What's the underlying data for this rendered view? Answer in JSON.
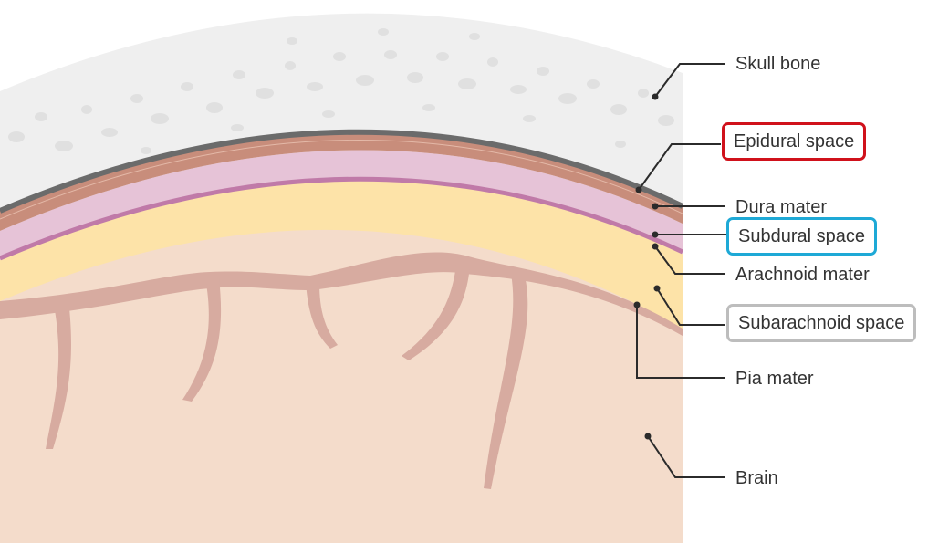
{
  "labels": {
    "skull_bone": "Skull bone",
    "epidural_space": "Epidural space",
    "dura_mater": "Dura mater",
    "subdural_space": "Subdural space",
    "arachnoid_mater": "Arachnoid mater",
    "subarachnoid_space": "Subarachnoid space",
    "pia_mater": "Pia mater",
    "brain": "Brain"
  },
  "highlight_colors": {
    "epidural_space": "#d0111b",
    "subdural_space": "#1ea9d6",
    "subarachnoid_space": "#bdbdbd"
  },
  "layer_colors": {
    "skull_bone": "#efefef",
    "dura_outer": "#6b6b6b",
    "dura_mater": "#c88d7b",
    "arachnoid_mater": "#e6c3d7",
    "arachnoid_edge": "#c07aa8",
    "subarachnoid_space": "#fde3a8",
    "pia_mater": "#d7aba0",
    "brain": "#f4dccb"
  }
}
